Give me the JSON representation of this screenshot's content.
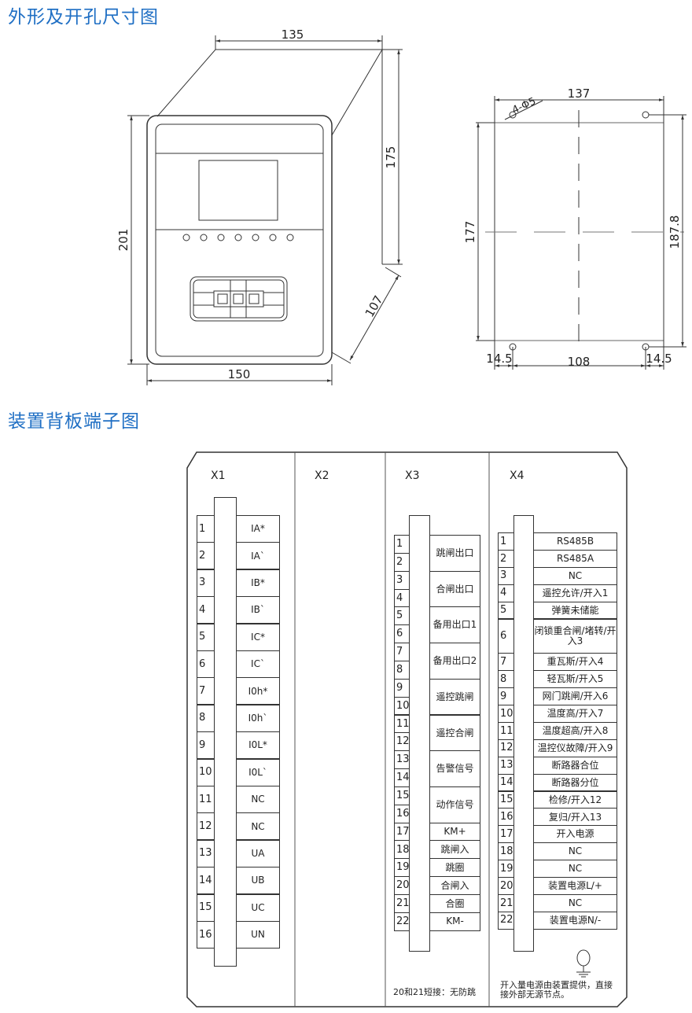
{
  "sections": {
    "dimensions_title": "外形及开孔尺寸图",
    "backplate_title": "装置背板端子图"
  },
  "outline_dims": {
    "depth_top": "135",
    "height_back": "175",
    "height_front": "201",
    "width_front": "150",
    "depth_diag": "107"
  },
  "cutout_dims": {
    "width": "137",
    "holes": "4-Φ5",
    "height": "177",
    "hole_spacing_v": "187.8",
    "margin_left": "14.5",
    "hole_spacing_h": "108",
    "margin_right": "14.5"
  },
  "terminals": {
    "x1": {
      "header": "X1",
      "rows": [
        {
          "n": "1",
          "label": "IA*"
        },
        {
          "n": "2",
          "label": "IA`"
        },
        {
          "n": "3",
          "label": "IB*"
        },
        {
          "n": "4",
          "label": "IB`"
        },
        {
          "n": "5",
          "label": "IC*"
        },
        {
          "n": "6",
          "label": "IC`"
        },
        {
          "n": "7",
          "label": "I0h*"
        },
        {
          "n": "8",
          "label": "I0h`"
        },
        {
          "n": "9",
          "label": "I0L*"
        },
        {
          "n": "10",
          "label": "I0L`"
        },
        {
          "n": "11",
          "label": "NC"
        },
        {
          "n": "12",
          "label": "NC"
        },
        {
          "n": "13",
          "label": "UA"
        },
        {
          "n": "14",
          "label": "UB"
        },
        {
          "n": "15",
          "label": "UC"
        },
        {
          "n": "16",
          "label": "UN"
        }
      ]
    },
    "x2": {
      "header": "X2"
    },
    "x3": {
      "header": "X3",
      "numbers": [
        "1",
        "2",
        "3",
        "4",
        "5",
        "6",
        "7",
        "8",
        "9",
        "10",
        "11",
        "12",
        "13",
        "14",
        "15",
        "16",
        "17",
        "18",
        "19",
        "20",
        "21",
        "22"
      ],
      "labels": [
        {
          "span": 2,
          "label": "跳闸出口"
        },
        {
          "span": 2,
          "label": "合闸出口"
        },
        {
          "span": 2,
          "label": "备用出口1"
        },
        {
          "span": 2,
          "label": "备用出口2"
        },
        {
          "span": 2,
          "label": "遥控跳闸"
        },
        {
          "span": 2,
          "label": "遥控合闸"
        },
        {
          "span": 2,
          "label": "告警信号"
        },
        {
          "span": 2,
          "label": "动作信号"
        },
        {
          "span": 1,
          "label": "KM+"
        },
        {
          "span": 1,
          "label": "跳闸入"
        },
        {
          "span": 1,
          "label": "跳圈"
        },
        {
          "span": 1,
          "label": "合闸入"
        },
        {
          "span": 1,
          "label": "合圈"
        },
        {
          "span": 1,
          "label": "KM-"
        }
      ],
      "note": "20和21短接：无防跳"
    },
    "x4": {
      "header": "X4",
      "rows": [
        {
          "n": "1",
          "label": "RS485B"
        },
        {
          "n": "2",
          "label": "RS485A"
        },
        {
          "n": "3",
          "label": "NC"
        },
        {
          "n": "4",
          "label": "遥控允许/开入1"
        },
        {
          "n": "5",
          "label": "弹簧未储能"
        },
        {
          "n": "6",
          "label": "闭锁重合闸/堵转/开入3",
          "tall": true
        },
        {
          "n": "7",
          "label": "重瓦斯/开入4"
        },
        {
          "n": "8",
          "label": "轻瓦斯/开入5"
        },
        {
          "n": "9",
          "label": "网门跳闸/开入6"
        },
        {
          "n": "10",
          "label": "温度高/开入7"
        },
        {
          "n": "11",
          "label": "温度超高/开入8"
        },
        {
          "n": "12",
          "label": "温控仪故障/开入9"
        },
        {
          "n": "13",
          "label": "断路器合位"
        },
        {
          "n": "14",
          "label": "断路器分位"
        },
        {
          "n": "15",
          "label": "检修/开入12"
        },
        {
          "n": "16",
          "label": "复归/开入13"
        },
        {
          "n": "17",
          "label": "开入电源"
        },
        {
          "n": "18",
          "label": "NC"
        },
        {
          "n": "19",
          "label": "NC"
        },
        {
          "n": "20",
          "label": "装置电源L/+"
        },
        {
          "n": "21",
          "label": "NC"
        },
        {
          "n": "22",
          "label": "装置电源N/-"
        }
      ],
      "note_line1": "开入量电源由装置提供，直接",
      "note_line2": "接外部无源节点。"
    }
  }
}
